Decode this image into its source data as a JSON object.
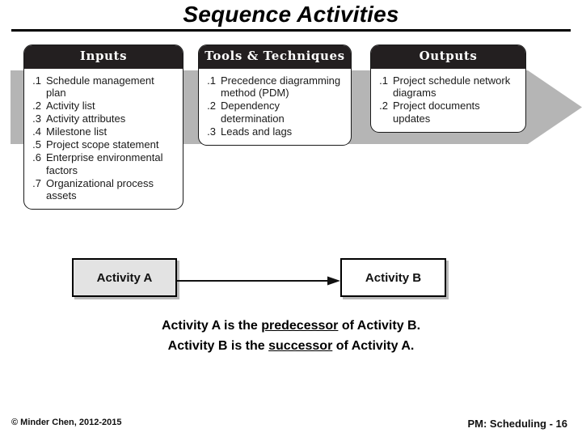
{
  "slide": {
    "title": "Sequence Activities"
  },
  "process": {
    "arrow_color": "#b5b5b5",
    "header_bg": "#231f20",
    "boxes": [
      {
        "id": "inputs",
        "header": "Inputs",
        "items": [
          {
            "num": ".1",
            "text": "Schedule management plan"
          },
          {
            "num": ".2",
            "text": "Activity list"
          },
          {
            "num": ".3",
            "text": "Activity attributes"
          },
          {
            "num": ".4",
            "text": "Milestone list"
          },
          {
            "num": ".5",
            "text": "Project scope statement"
          },
          {
            "num": ".6",
            "text": "Enterprise environmental factors"
          },
          {
            "num": ".7",
            "text": "Organizational process assets"
          }
        ]
      },
      {
        "id": "tools",
        "header": "Tools & Techniques",
        "items": [
          {
            "num": ".1",
            "text": "Precedence diagramming method (PDM)"
          },
          {
            "num": ".2",
            "text": "Dependency determination"
          },
          {
            "num": ".3",
            "text": "Leads and lags"
          }
        ]
      },
      {
        "id": "outputs",
        "header": "Outputs",
        "items": [
          {
            "num": ".1",
            "text": "Project schedule network diagrams"
          },
          {
            "num": ".2",
            "text": "Project documents updates"
          }
        ]
      }
    ]
  },
  "diagram": {
    "activity_a": "Activity A",
    "activity_b": "Activity B",
    "activity_a_fill": "#e3e3e3",
    "activity_b_fill": "#ffffff"
  },
  "caption": {
    "line1_pre": "Activity A is the ",
    "line1_emph": "predecessor",
    "line1_post": " of Activity B.",
    "line2_pre": "Activity B is the ",
    "line2_emph": "successor",
    "line2_post": " of Activity A."
  },
  "footer": {
    "copyright": "© Minder Chen, 2012-2015",
    "page": "PM: Scheduling - 16"
  }
}
